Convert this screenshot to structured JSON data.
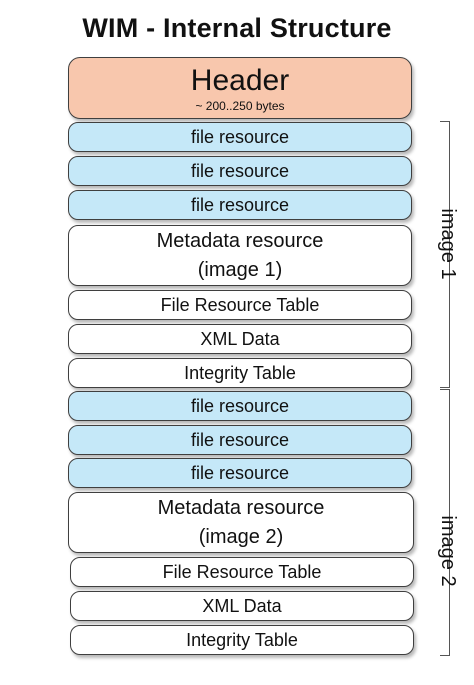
{
  "title": "WIM - Internal Structure",
  "header": {
    "label": "Header",
    "size_note": "~ 200..250 bytes"
  },
  "images": [
    {
      "label": "image 1",
      "file_resources": [
        "file resource",
        "file resource",
        "file resource"
      ],
      "metadata": [
        "Metadata resource",
        "(image 1)"
      ],
      "file_resource_table": "File Resource Table",
      "xml_data": "XML Data",
      "integrity_table": "Integrity Table"
    },
    {
      "label": "image 2",
      "file_resources": [
        "file resource",
        "file resource",
        "file resource"
      ],
      "metadata": [
        "Metadata resource",
        "(image 2)"
      ],
      "file_resource_table": "File Resource Table",
      "xml_data": "XML Data",
      "integrity_table": "Integrity Table"
    }
  ],
  "colors": {
    "header": "#f8c7ad",
    "file_resource": "#c5e8f8",
    "other_block": "#ffffff"
  }
}
